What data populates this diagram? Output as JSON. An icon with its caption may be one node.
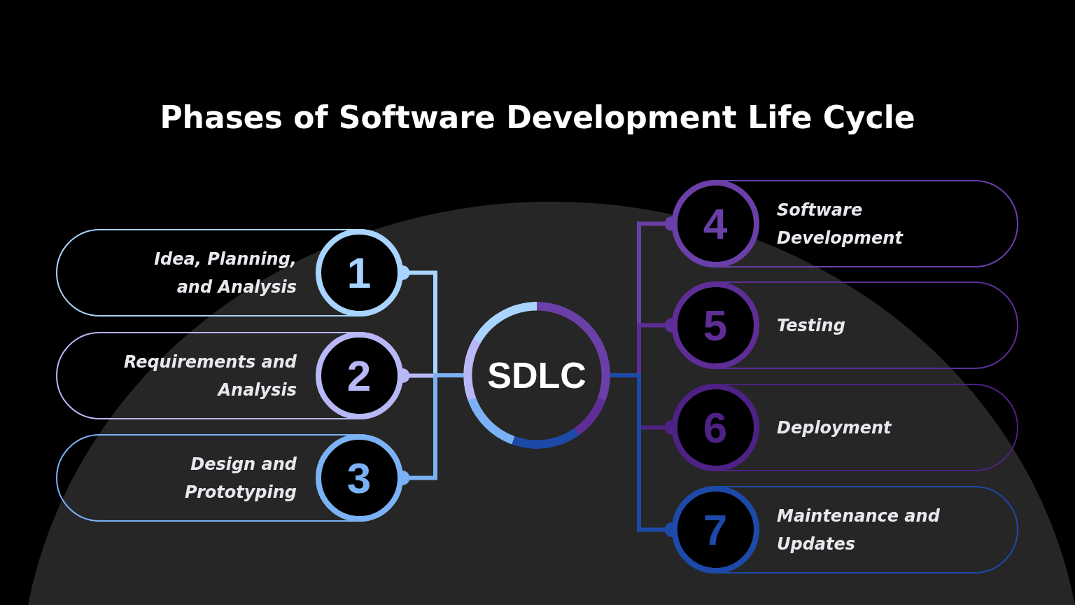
{
  "diagram": {
    "title": "Phases of Software Development Life Cycle",
    "nodes": [
      {
        "text": [
          "SDLC"
        ]
      },
      {
        "text": [
          "Idea, Planning, and Analysis",
          "1"
        ]
      },
      {
        "text": [
          "Requirements and Analysis",
          "2"
        ]
      },
      {
        "text": [
          "Design and Prototyping",
          "3"
        ]
      },
      {
        "text": [
          "4",
          "Software Development"
        ]
      },
      {
        "text": [
          "5",
          "Testing"
        ]
      },
      {
        "text": [
          "6",
          "Deployment"
        ]
      },
      {
        "text": [
          "7",
          "Maintenance and Updates"
        ]
      }
    ],
    "edges": [
      {
        "from": 0,
        "to": 1,
        "arrow": "other",
        "color": "#a8d4ff"
      },
      {
        "from": 0,
        "to": 2,
        "arrow": "other",
        "color": "#b7b8f5"
      },
      {
        "from": 0,
        "to": 3,
        "arrow": "other",
        "color": "#7ab2f5"
      },
      {
        "from": 0,
        "to": 4,
        "arrow": "other",
        "color": "#6a3fa8"
      },
      {
        "from": 0,
        "to": 5,
        "arrow": "other",
        "color": "#5e2d96"
      },
      {
        "from": 0,
        "to": 6,
        "arrow": "other",
        "color": "#4e2184"
      },
      {
        "from": 0,
        "to": 7,
        "arrow": "other",
        "color": "#1d4aa8"
      }
    ]
  }
}
